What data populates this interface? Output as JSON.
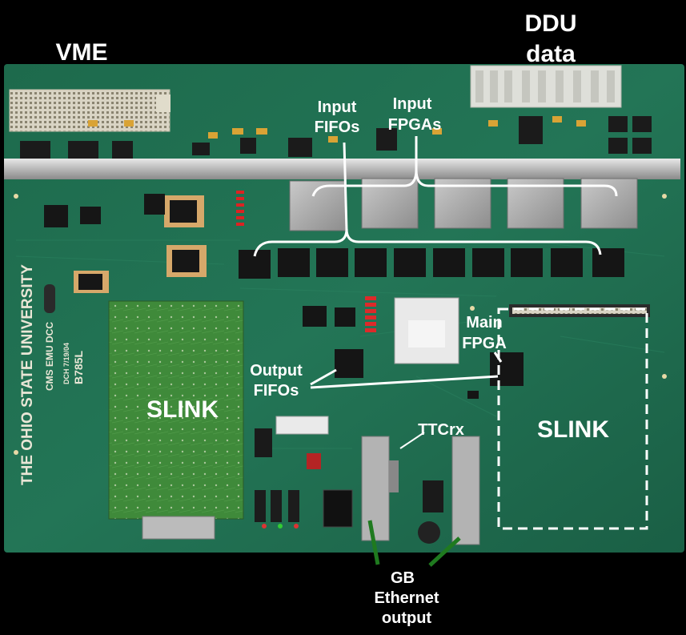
{
  "labels": {
    "vme": "VME",
    "ddu_data_1": "DDU",
    "ddu_data_2": "data",
    "input_fifos_1": "Input",
    "input_fifos_2": "FIFOs",
    "input_fpgas_1": "Input",
    "input_fpgas_2": "FPGAs",
    "main_fpga_1": "Main",
    "main_fpga_2": "FPGA",
    "output_fifos_1": "Output",
    "output_fifos_2": "FIFOs",
    "slink_left": "SLINK",
    "slink_right": "SLINK",
    "ttcrx": "TTCrx",
    "gb_ethernet_1": "GB",
    "gb_ethernet_2": "Ethernet",
    "gb_ethernet_3": "output"
  },
  "board_silkscreen": {
    "university": "THE OHIO STATE UNIVERSITY",
    "project": "CMS EMU DCC",
    "date": "DCH 7/19/04",
    "part": "B785L"
  },
  "colors": {
    "background": "#000000",
    "pcb": "#1f6b4e",
    "pcb_dark": "#174f3a",
    "slink_card": "#3f8a3a",
    "label": "#ffffff",
    "ethernet_pointer": "#1f7a1f"
  }
}
